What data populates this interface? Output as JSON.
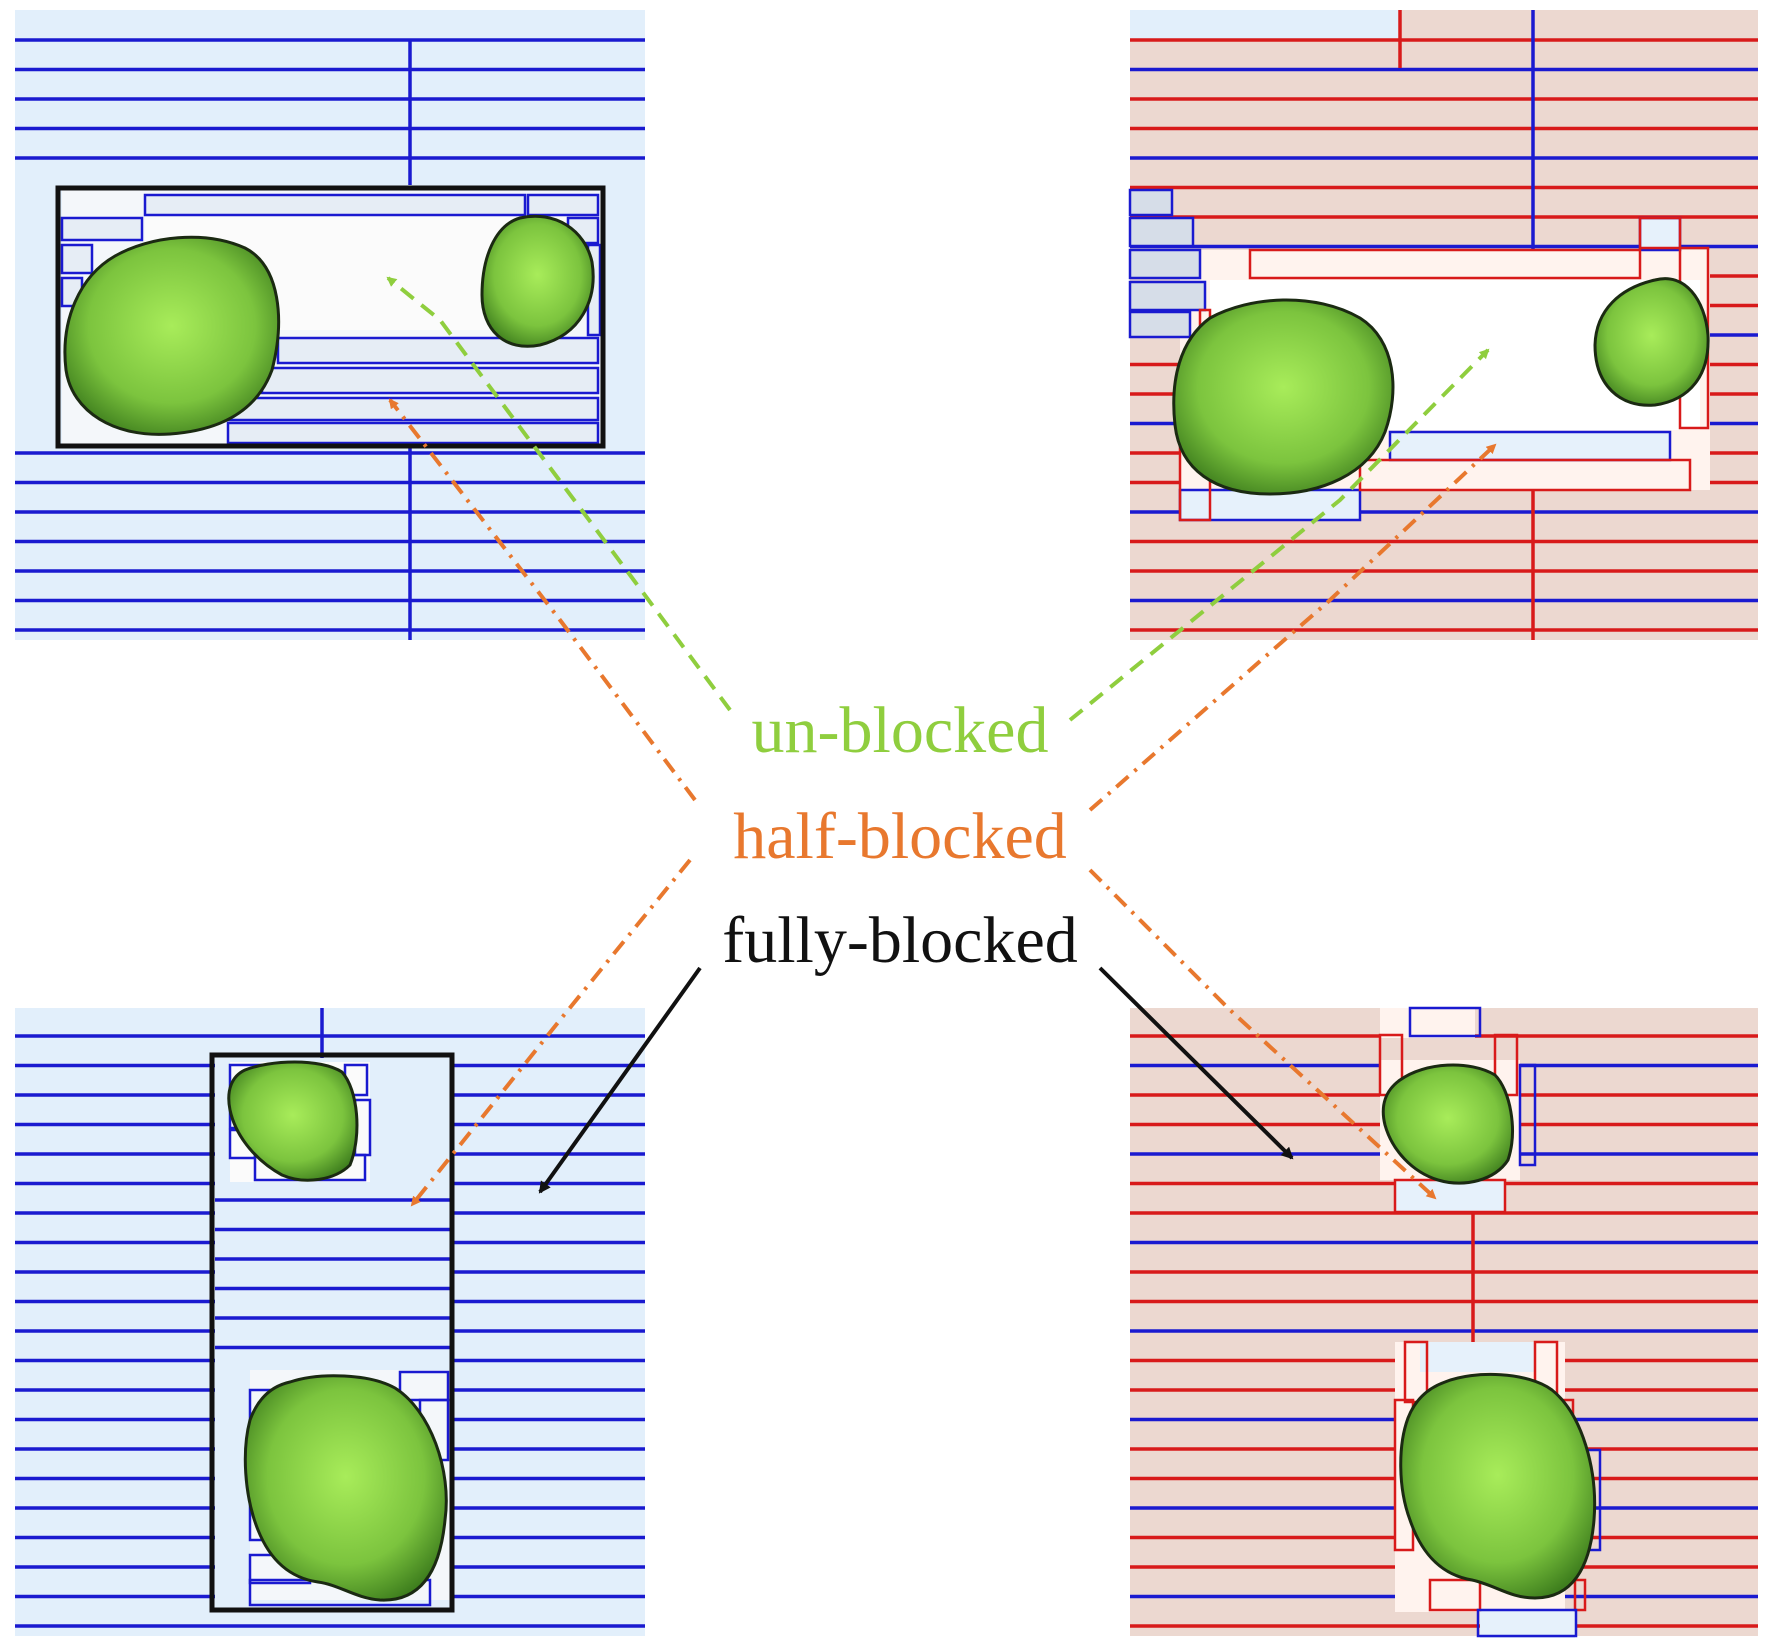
{
  "labels": {
    "unblocked": "un-blocked",
    "half_blocked": "half-blocked",
    "fully_blocked": "fully-blocked"
  },
  "colors": {
    "unblocked": "#8fce3e",
    "half_blocked": "#e8782e",
    "fully_blocked": "#111111",
    "blue_line": "#1a1ad0",
    "red_line": "#d81a1a",
    "blue_fill": "#e2effb",
    "red_fill": "#ecd8d0",
    "blob_fill": "#8ccf4a",
    "bounding_box": "#111111"
  },
  "panels": [
    {
      "id": "top-left",
      "scheme": "blue",
      "orientation": "horizontal"
    },
    {
      "id": "top-right",
      "scheme": "red",
      "orientation": "horizontal"
    },
    {
      "id": "bottom-left",
      "scheme": "blue",
      "orientation": "vertical"
    },
    {
      "id": "bottom-right",
      "scheme": "red",
      "orientation": "vertical"
    }
  ]
}
